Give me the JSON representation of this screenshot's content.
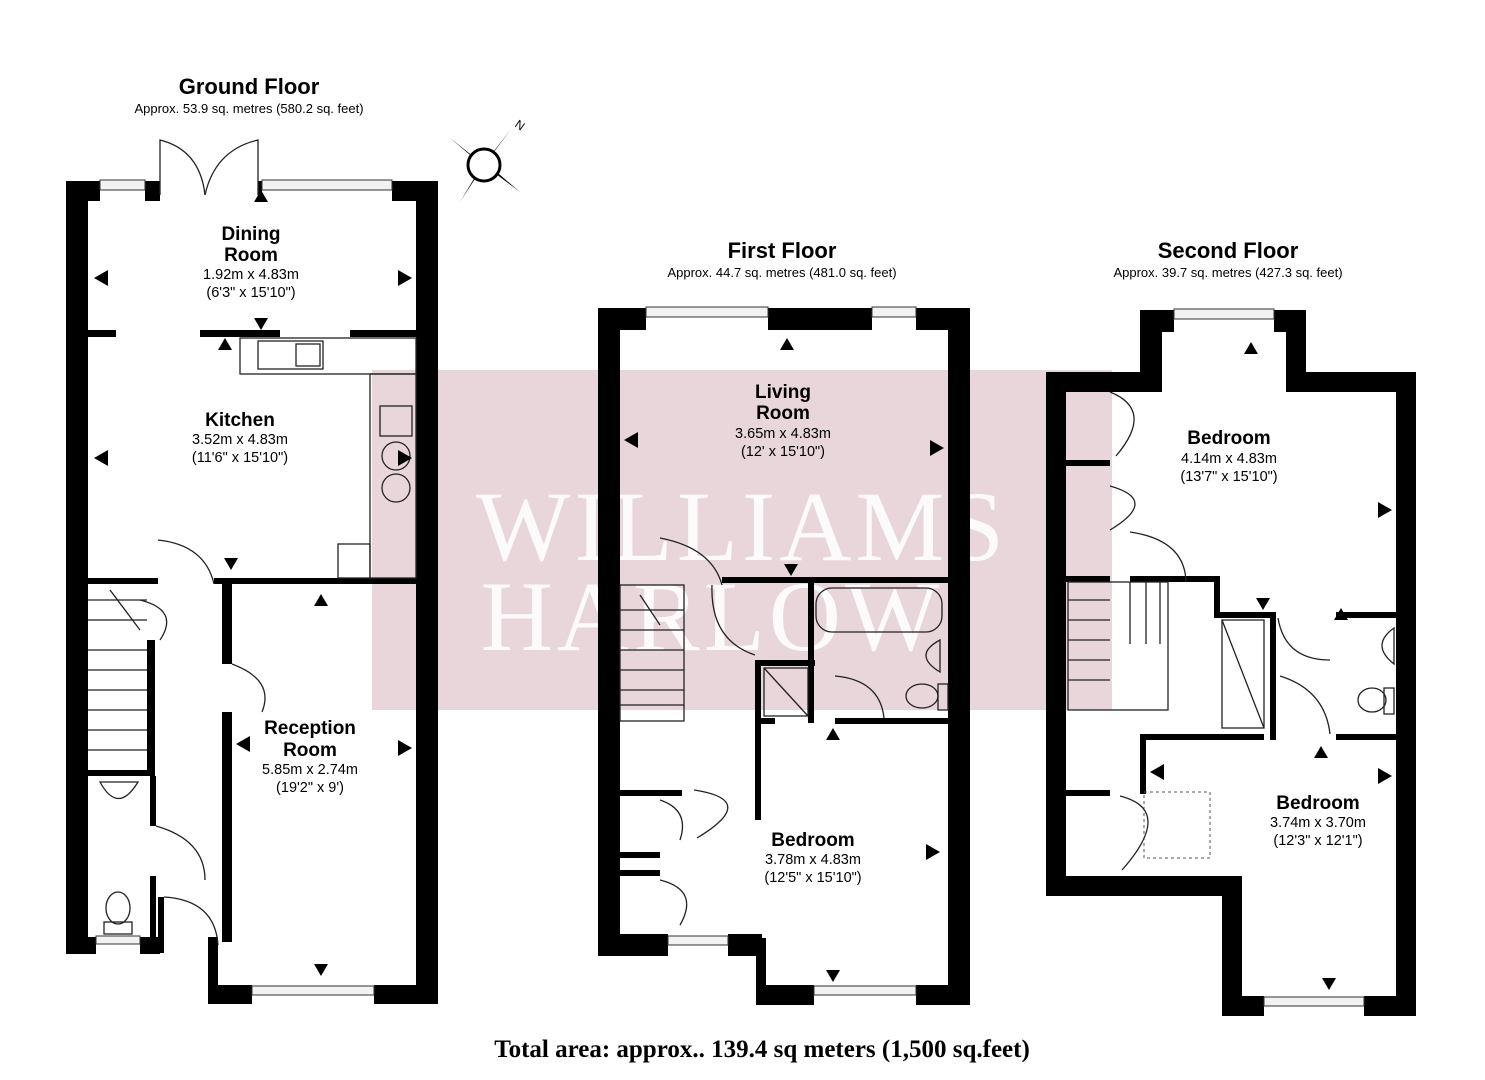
{
  "floors": [
    {
      "title": "Ground Floor",
      "area": "Approx. 53.9 sq. metres (580.2 sq. feet)"
    },
    {
      "title": "First Floor",
      "area": "Approx. 44.7 sq. metres (481.0 sq. feet)"
    },
    {
      "title": "Second Floor",
      "area": "Approx. 39.7 sq. metres (427.3 sq. feet)"
    }
  ],
  "rooms": {
    "dining": {
      "name1": "Dining",
      "name2": "Room",
      "metric": "1.92m x 4.83m",
      "imperial": "(6'3\" x 15'10\")"
    },
    "kitchen": {
      "name": "Kitchen",
      "metric": "3.52m x 4.83m",
      "imperial": "(11'6\" x 15'10\")"
    },
    "reception": {
      "name1": "Reception",
      "name2": "Room",
      "metric": "5.85m x 2.74m",
      "imperial": "(19'2\" x 9')"
    },
    "living": {
      "name1": "Living",
      "name2": "Room",
      "metric": "3.65m x 4.83m",
      "imperial": "(12' x 15'10\")"
    },
    "bedroom_first": {
      "name": "Bedroom",
      "metric": "3.78m x 4.83m",
      "imperial": "(12'5\" x 15'10\")"
    },
    "bedroom_second_a": {
      "name": "Bedroom",
      "metric": "4.14m x 4.83m",
      "imperial": "(13'7\" x 15'10\")"
    },
    "bedroom_second_b": {
      "name": "Bedroom",
      "metric": "3.74m x 3.70m",
      "imperial": "(12'3\" x 12'1\")"
    }
  },
  "compass": {
    "north_label": "N"
  },
  "watermark": {
    "line1": "WILLIAMS",
    "line2": "HARLOW",
    "color": "#e8d6da"
  },
  "total_area": "Total area: approx.. 139.4 sq meters (1,500 sq.feet)"
}
